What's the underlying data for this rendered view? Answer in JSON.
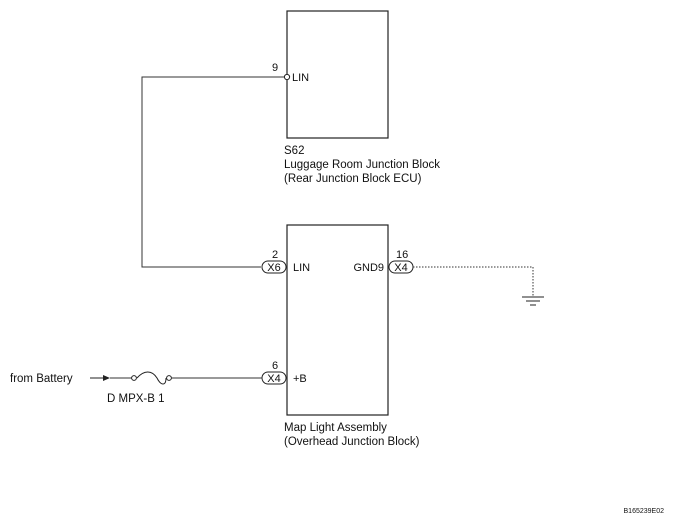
{
  "diagram": {
    "s62": {
      "code": "S62",
      "name": "Luggage Room Junction Block",
      "subname": "(Rear Junction Block ECU)",
      "pin_number": "9",
      "pin_label": "LIN"
    },
    "map_light": {
      "name": "Map Light Assembly",
      "subname": "(Overhead Junction Block)",
      "pins": {
        "lin": {
          "number": "2",
          "connector": "X6",
          "label": "LIN"
        },
        "gnd": {
          "number": "16",
          "connector": "X4",
          "label": "GND9"
        },
        "b": {
          "number": "6",
          "connector": "X4",
          "label": "+B"
        }
      }
    },
    "battery": {
      "label": "from Battery",
      "fuse_label": "D MPX-B 1"
    },
    "figure_code": "B165239E02"
  }
}
